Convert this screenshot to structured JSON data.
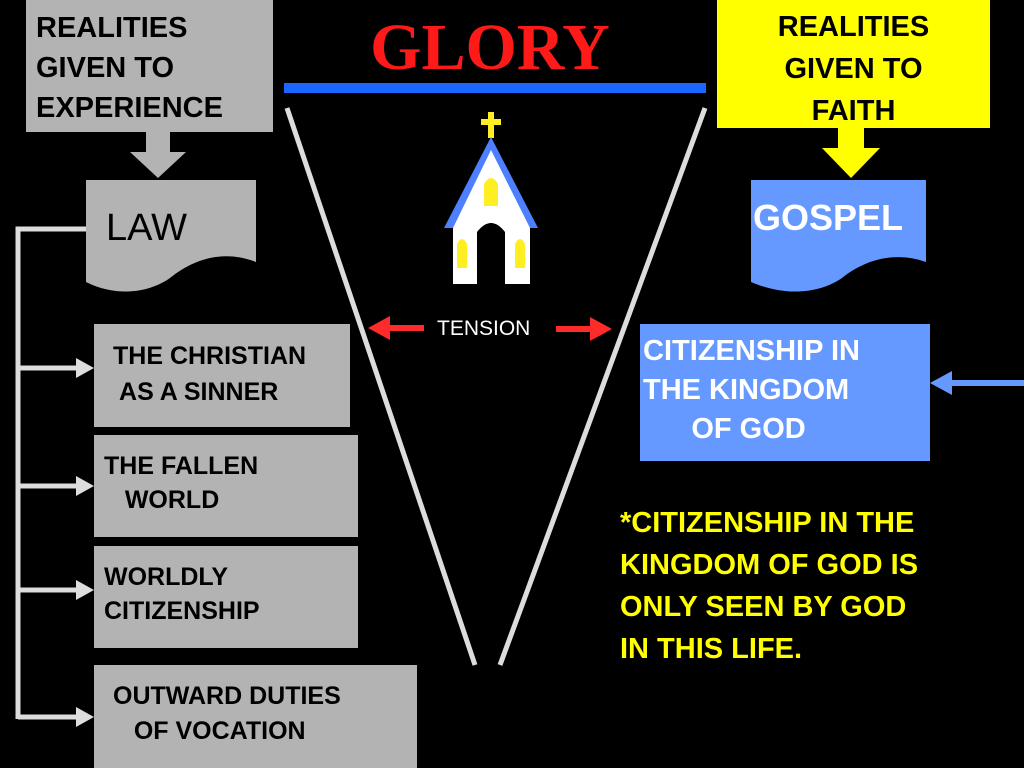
{
  "title": "GLORY",
  "experience_box": {
    "text": "REALITIES\nGIVEN TO\nEXPERIENCE"
  },
  "faith_box": {
    "text": "REALITIES\nGIVEN TO\nFAITH"
  },
  "law": {
    "label": "LAW"
  },
  "gospel": {
    "label": "GOSPEL"
  },
  "tension": {
    "label": "TENSION"
  },
  "law_items": [
    {
      "text": "THE CHRISTIAN\n AS A SINNER"
    },
    {
      "text": "THE FALLEN\n   WORLD"
    },
    {
      "text": "WORLDLY\nCITIZENSHIP"
    },
    {
      "text": "OUTWARD DUTIES\n   OF VOCATION"
    }
  ],
  "gospel_item": {
    "text": "CITIZENSHIP IN\nTHE KINGDOM\n      OF GOD"
  },
  "note": {
    "text": "*CITIZENSHIP IN THE\nKINGDOM OF GOD IS\nONLY SEEN BY GOD\nIN THIS LIFE."
  },
  "colors": {
    "background": "#000000",
    "title": "#ff1a1a",
    "gray": "#b3b3b3",
    "faith": "#ffff00",
    "gospel": "#6699ff",
    "tension_arrow": "#ff2a2a",
    "glory_bar": "#1a66ff"
  },
  "icons": [
    "church-icon",
    "cross-icon"
  ]
}
